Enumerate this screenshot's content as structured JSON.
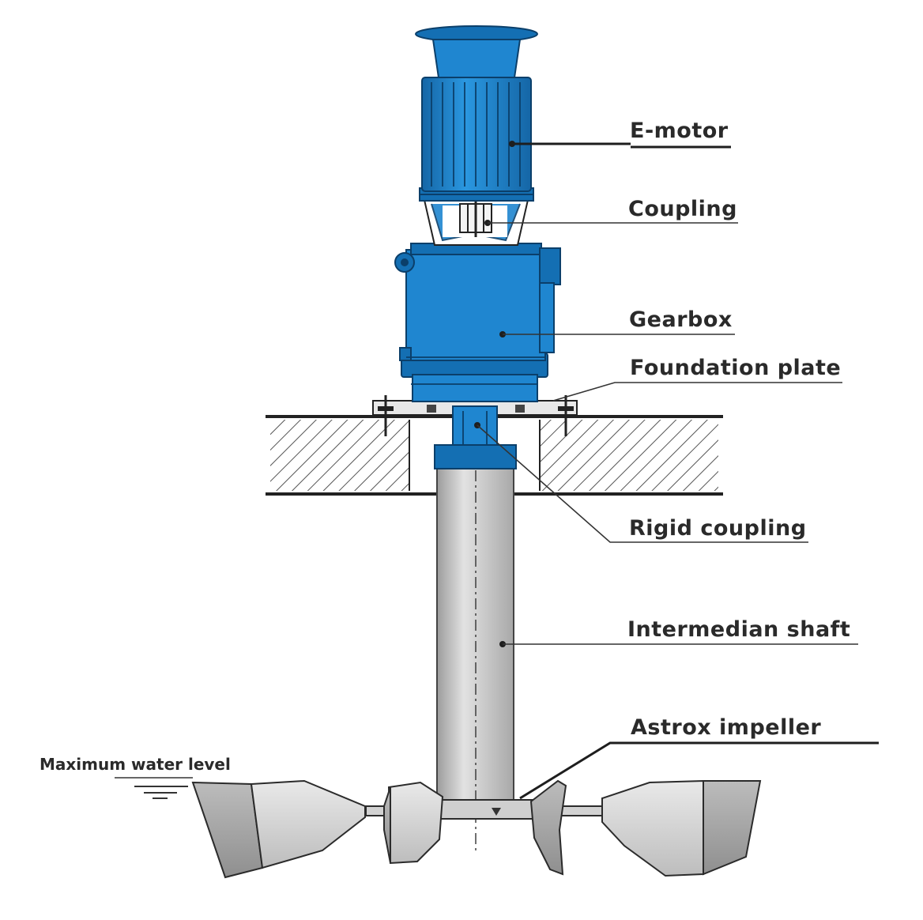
{
  "diagram": {
    "labels": {
      "e_motor": "E-motor",
      "coupling": "Coupling",
      "gearbox": "Gearbox",
      "foundation_plate": "Foundation plate",
      "rigid_coupling": "Rigid coupling",
      "intermedian_shaft": "Intermedian shaft",
      "astrox_impeller": "Astrox impeller",
      "maximum_water_level": "Maximum water level"
    },
    "colors": {
      "machine_blue": "#1f86d0",
      "machine_outline": "#0b3f6a",
      "shaft_grey": "#c4c4c4",
      "blade_grey": "#d6d6d6",
      "leader_line": "#1e1e1e"
    }
  }
}
